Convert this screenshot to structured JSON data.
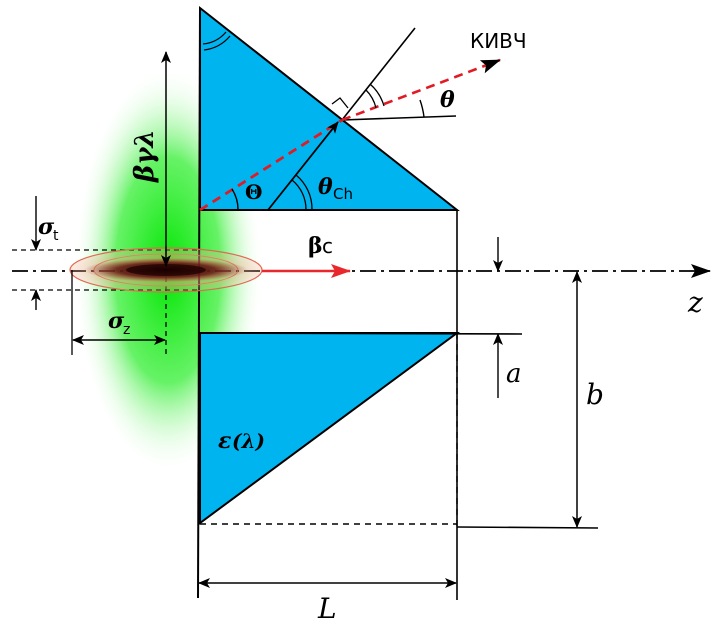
{
  "labels": {
    "kivch": "КИВЧ",
    "theta_small": "θ",
    "theta_big": "Θ",
    "theta_ch": "θ",
    "theta_ch_sub": "Ch",
    "beta_gamma_lambda": "βγλ",
    "sigma_t": "σ",
    "sigma_t_sub": "t",
    "sigma_z": "σ",
    "sigma_z_sub": "z",
    "beta_c_beta": "β",
    "beta_c_c": "c",
    "z_axis": "z",
    "a": "a",
    "b": "b",
    "L": "L",
    "epsilon": "ε",
    "epsilon_arg": "(λ)"
  },
  "colors": {
    "dielectric": "#00b4f0",
    "field_glow": "#00e600",
    "beam_halo": "#f5a080",
    "beam_core": "#3a0000",
    "beam_arrow": "#e8282d",
    "radiation_ray": "#e01b24",
    "line": "#000000"
  }
}
